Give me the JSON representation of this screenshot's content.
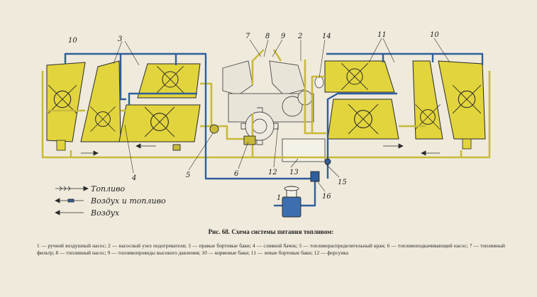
{
  "callouts": {
    "n1": "1",
    "n2": "2",
    "n3": "3",
    "n4": "4",
    "n5": "5",
    "n6": "6",
    "n7": "7",
    "n8": "8",
    "n9": "9",
    "n10a": "10",
    "n10b": "10",
    "n11": "11",
    "n12": "12",
    "n13": "13",
    "n14": "14",
    "n15": "15",
    "n16": "16"
  },
  "legend": {
    "fuel": "Топливо",
    "air_and_fuel": "Воздух и топливо",
    "air": "Воздух"
  },
  "caption": {
    "title": "Рис. 68. Схема системы питания топливом:",
    "body": "1 — ручной воздушный насос; 2 — насосный узел подогревателя; 3 — правые бортовые баки; 4 — сливной бачок; 5 — топливораспределительный кран; 6 — топливоподкачивающий насос; 7 — топливный фильтр; 8 — топливный насос; 9 — топливопроводы высокого давления; 10 — кормовые баки; 11 — левые бортовые баки; 12 — форсунка"
  },
  "colors": {
    "tank_fill": "#e2d43c",
    "fuel_line": "#c8ba3a",
    "air_line": "#2f5e9c",
    "outline": "#2a2a2a"
  }
}
